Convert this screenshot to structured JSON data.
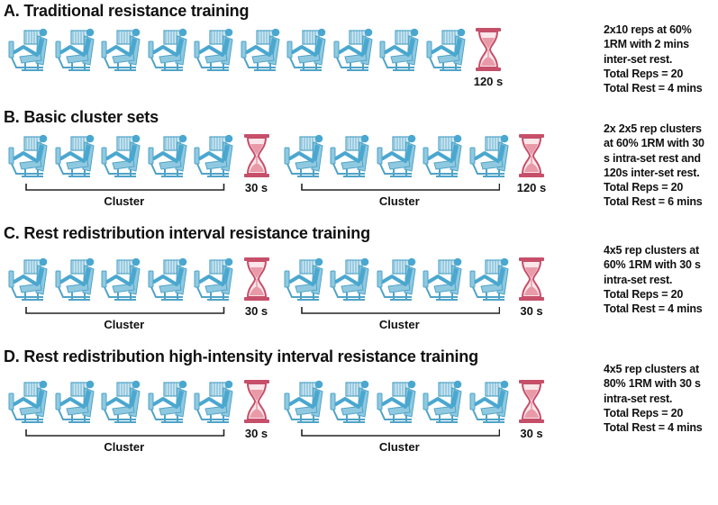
{
  "panels": [
    {
      "title": "A. Traditional resistance training",
      "sequence": [
        "rep",
        "rep",
        "rep",
        "rep",
        "rep",
        "rep",
        "rep",
        "rep",
        "rep",
        "rep",
        "rest"
      ],
      "rest_labels": [
        "120 s"
      ],
      "cluster_label": "",
      "clusters": [],
      "description": [
        "2x10 reps at 60%",
        "1RM with 2 mins",
        "inter-set rest.",
        "Total Reps = 20",
        "Total Rest = 4 mins"
      ]
    },
    {
      "title": "B. Basic cluster sets",
      "sequence": [
        "rep",
        "rep",
        "rep",
        "rep",
        "rep",
        "rest",
        "rep",
        "rep",
        "rep",
        "rep",
        "rep",
        "rest"
      ],
      "rest_labels": [
        "30 s",
        "120 s"
      ],
      "cluster_label": "Cluster",
      "clusters": [
        "Cluster",
        "Cluster"
      ],
      "description": [
        "2x 2x5 rep clusters",
        "at 60% 1RM with 30",
        "s intra-set rest and",
        "120s inter-set rest.",
        "Total Reps = 20",
        "Total Rest = 6 mins"
      ]
    },
    {
      "title": "C. Rest redistribution interval resistance training",
      "sequence": [
        "rep",
        "rep",
        "rep",
        "rep",
        "rep",
        "rest",
        "rep",
        "rep",
        "rep",
        "rep",
        "rep",
        "rest"
      ],
      "rest_labels": [
        "30 s",
        "30 s"
      ],
      "cluster_label": "Cluster",
      "clusters": [
        "Cluster",
        "Cluster"
      ],
      "description": [
        "4x5 rep clusters at",
        "60% 1RM with 30 s",
        "intra-set rest.",
        "Total Reps = 20",
        "Total Rest = 4 mins"
      ]
    },
    {
      "title": "D. Rest redistribution high-intensity interval resistance training",
      "sequence": [
        "rep",
        "rep",
        "rep",
        "rep",
        "rep",
        "rest",
        "rep",
        "rep",
        "rep",
        "rep",
        "rep",
        "rest"
      ],
      "rest_labels": [
        "30 s",
        "30 s"
      ],
      "cluster_label": "Cluster",
      "clusters": [
        "Cluster",
        "Cluster"
      ],
      "description": [
        "4x5 rep clusters at",
        "80% 1RM with 30 s",
        "intra-set rest.",
        "Total Reps = 20",
        "Total Rest = 4 mins"
      ]
    }
  ],
  "colors": {
    "machine": "#8fc9e0",
    "machine_dark": "#4fa3c7",
    "person": "#4aa7cf",
    "hourglass_frame": "#c64f6a",
    "hourglass_sand": "#e89aa8",
    "text": "#111111"
  },
  "icons": {
    "rep": "leg-press-machine-icon",
    "rest": "hourglass-icon"
  }
}
